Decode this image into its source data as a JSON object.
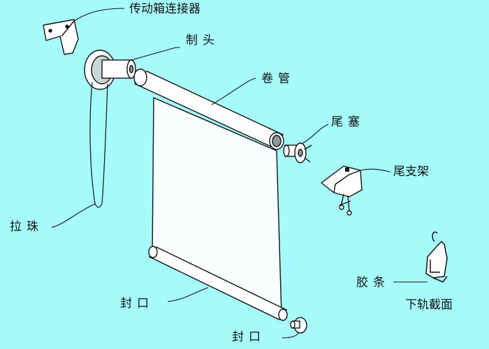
{
  "labels": {
    "connector": "传动箱连接器",
    "control_head": "制头",
    "roller_tube": "卷管",
    "end_plug": "尾塞",
    "end_bracket": "尾支架",
    "bead_chain": "拉珠",
    "bottom_cap": "封口",
    "end_cap": "封口",
    "rubber_strip": "胶条",
    "bottom_rail_section": "下轨截面"
  },
  "colors": {
    "background": "#a6fbfb",
    "line": "#111111",
    "part_fill": "#ffffff",
    "shade_fill": "#f8fefe",
    "part_shadow": "#8a9a9a"
  }
}
